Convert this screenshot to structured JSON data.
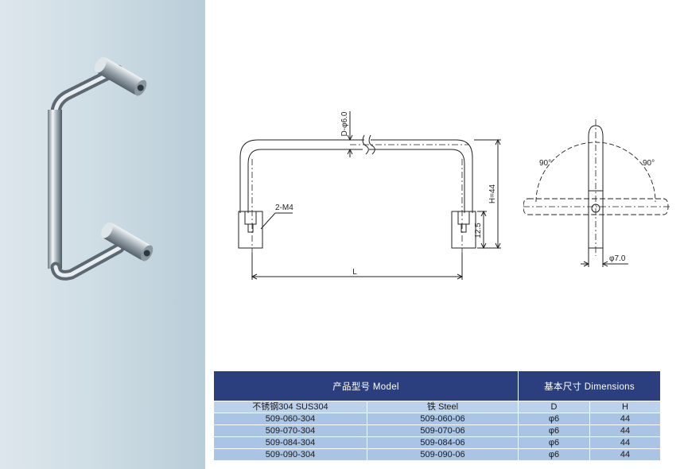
{
  "drawing_front": {
    "diameter_label": "D-φ6.0",
    "height_label": "H=44",
    "thread_label": "2-M4",
    "base_label": "12.5",
    "length_label": "L"
  },
  "drawing_side": {
    "angle_left": "90°",
    "angle_right": "90°",
    "diameter_label": "φ7.0"
  },
  "table": {
    "header_model": "产品型号  Model",
    "header_dimensions": "基本尺寸  Dimensions",
    "sub_stainless": "不锈钢304   SUS304",
    "sub_steel": "铁    Steel",
    "sub_d": "D",
    "sub_h": "H",
    "rows": [
      {
        "sus": "509-060-304",
        "steel": "509-060-06",
        "d": "φ6",
        "h": "44"
      },
      {
        "sus": "509-070-304",
        "steel": "509-070-06",
        "d": "φ6",
        "h": "44"
      },
      {
        "sus": "509-084-304",
        "steel": "509-084-06",
        "d": "φ6",
        "h": "44"
      },
      {
        "sus": "509-090-304",
        "steel": "509-090-06",
        "d": "φ6",
        "h": "44"
      }
    ]
  }
}
